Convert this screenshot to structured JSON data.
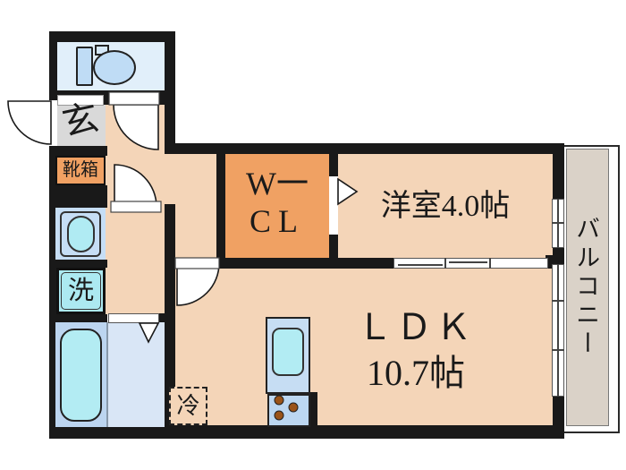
{
  "floorplan": {
    "rooms": {
      "entrance": {
        "label": "玄"
      },
      "shoe_box": {
        "label": "靴箱"
      },
      "washer": {
        "label": "洗"
      },
      "walk_in_closet": {
        "label_line1": "W一",
        "label_line2": "CL"
      },
      "western_room": {
        "label": "洋室4.0帖"
      },
      "ldk": {
        "label_line1": "ＬＤＫ",
        "label_line2": "10.7帖"
      },
      "balcony": {
        "label": "バルコニー"
      },
      "refrigerator": {
        "label": "冷"
      }
    },
    "colors": {
      "floor_peach": "#F4D5B8",
      "wall_black": "#191919",
      "closet_orange": "#F0A163",
      "genkan_gray": "#D9D9D9",
      "water_area_blue": "#C6DEF5",
      "fixture_cyan": "#B0EBF3",
      "bath_left_blue": "#BCD5F0",
      "bath_right_blue": "#D9E6F6",
      "toilet_floor": "#E1EFFA",
      "balcony_gray": "#DAD2C8",
      "burner_brown": "#9A5318"
    }
  }
}
